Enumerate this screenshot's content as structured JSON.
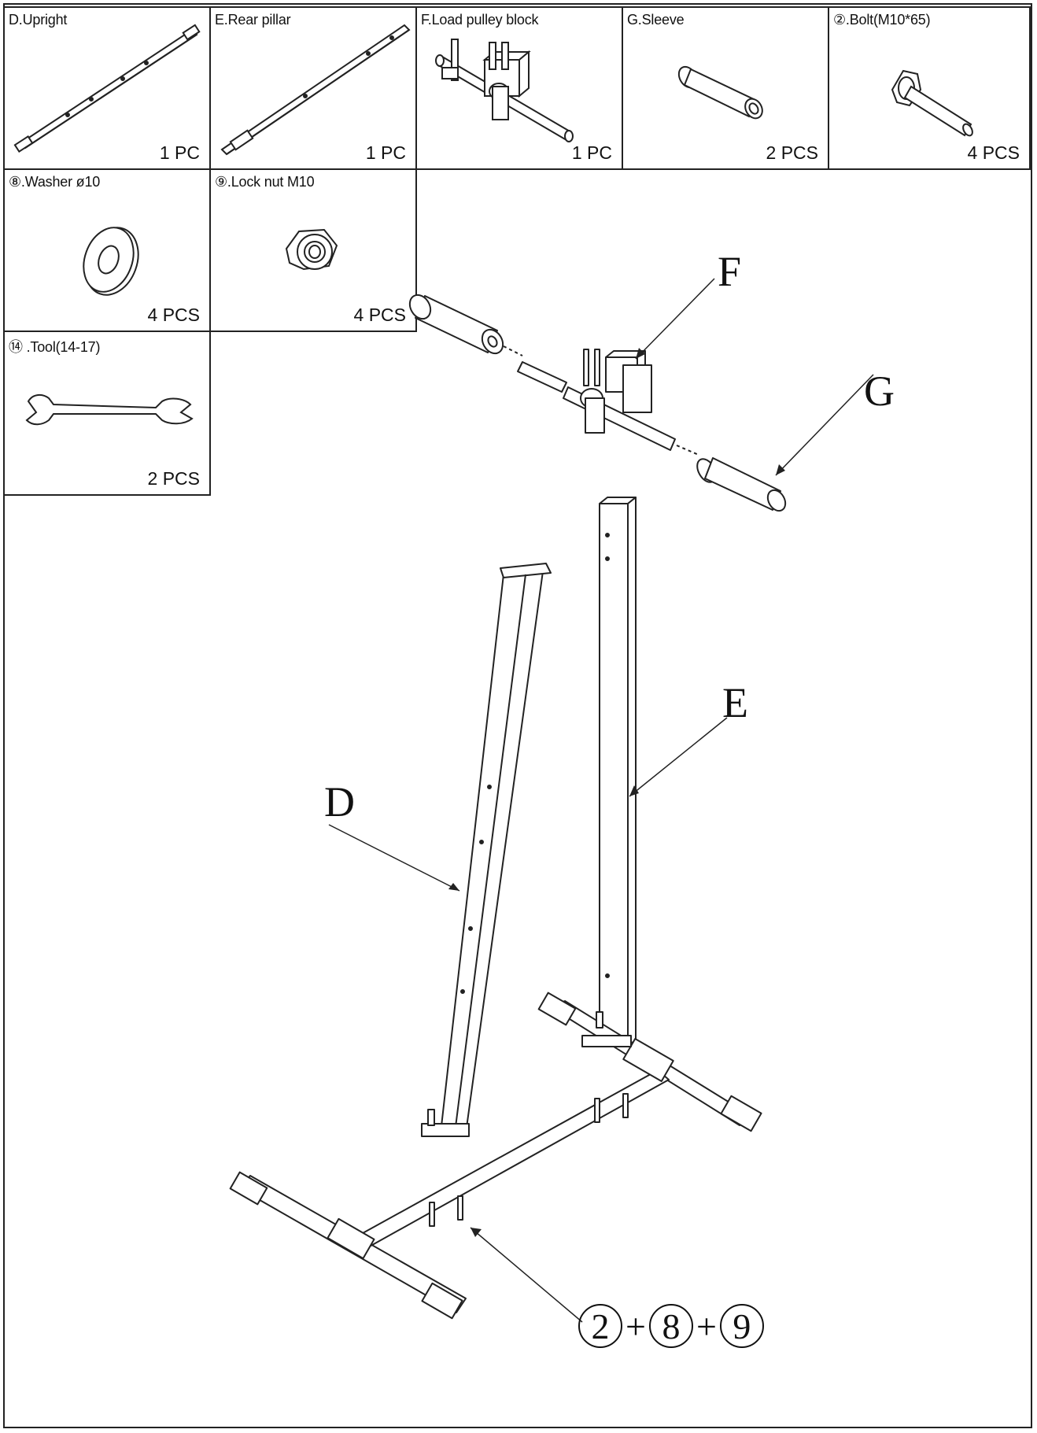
{
  "parts": [
    {
      "label": "D.Upright",
      "qty": "1 PC",
      "icon": "upright-bar-icon"
    },
    {
      "label": "E.Rear pillar",
      "qty": "1 PC",
      "icon": "rear-pillar-icon"
    },
    {
      "label": "F.Load pulley block",
      "qty": "1 PC",
      "icon": "load-pulley-block-icon"
    },
    {
      "label": "G.Sleeve",
      "qty": "2 PCS",
      "icon": "sleeve-icon"
    },
    {
      "label": "②.Bolt(M10*65)",
      "qty": "4 PCS",
      "icon": "bolt-icon"
    },
    {
      "label": "⑧.Washer ø10",
      "qty": "4 PCS",
      "icon": "washer-icon"
    },
    {
      "label": "⑨.Lock nut M10",
      "qty": "4 PCS",
      "icon": "lock-nut-icon"
    },
    {
      "label": "⑭ .Tool(14-17)",
      "qty": "2 PCS",
      "icon": "wrench-icon"
    }
  ],
  "callouts": {
    "f": "F",
    "g": "G",
    "e": "E",
    "d": "D"
  },
  "hardware": {
    "a": "2",
    "plus1": "+",
    "b": "8",
    "plus2": "+",
    "c": "9"
  }
}
